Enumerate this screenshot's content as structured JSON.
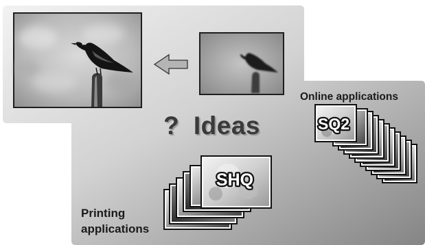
{
  "headline": {
    "question_mark": "?",
    "text": "Ideas"
  },
  "online_group": {
    "title": "Online applications",
    "badge": "SQ2"
  },
  "printing_group": {
    "title_line1": "Printing",
    "title_line2": "applications",
    "badge": "SHQ"
  },
  "arrow": {
    "direction": "left",
    "icon": "arrow-left-icon"
  },
  "colors": {
    "panel_gradient_start": "#f0f0f0",
    "panel_gradient_end": "#8c8c8c",
    "text_dark": "#1a1a1a",
    "arrow_fill": "#b4b4b4"
  }
}
